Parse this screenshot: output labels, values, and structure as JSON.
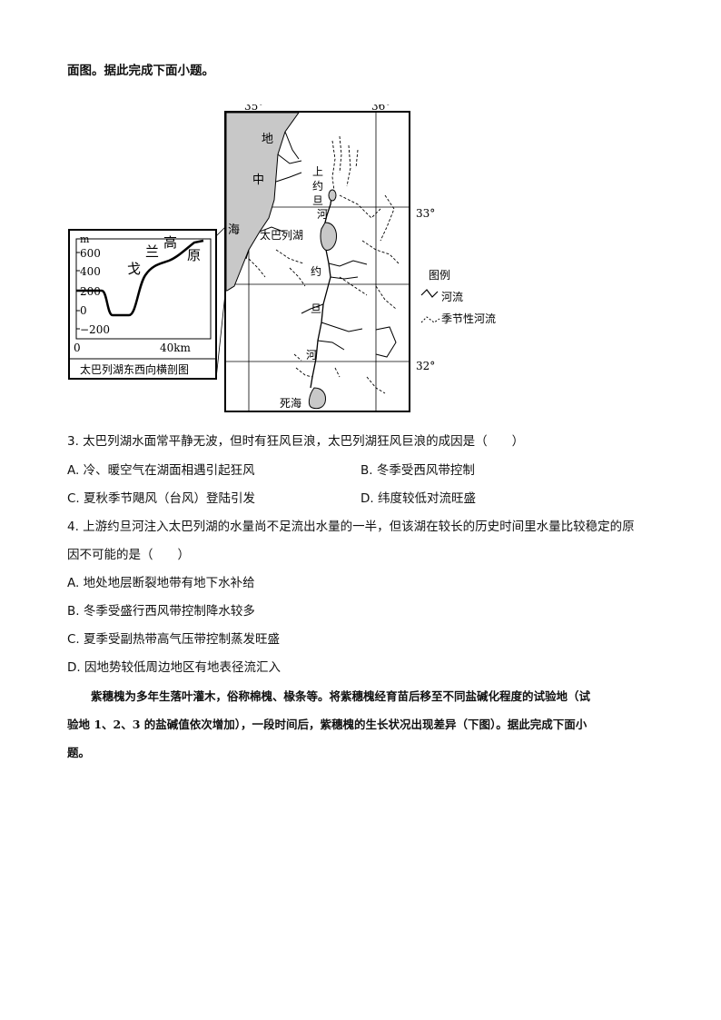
{
  "intro_tail": "面图。据此完成下面小题。",
  "map": {
    "lon_35": "35°",
    "lon_36": "36°",
    "lat_33": "33°",
    "lat_32": "32°",
    "sea_char_1": "地",
    "sea_char_2": "中",
    "sea_char_3": "海",
    "lake_tiberias": "太巴列湖",
    "upper_jordan_1": "上",
    "upper_jordan_2": "约",
    "upper_jordan_3": "旦",
    "upper_jordan_4": "河",
    "jordan_1": "约",
    "jordan_2": "旦",
    "jordan_3": "河",
    "dead_sea": "死海",
    "legend_title": "图例",
    "legend_river": "河流",
    "legend_seasonal": "季节性河流"
  },
  "profile": {
    "unit": "m",
    "y_ticks": [
      "600",
      "400",
      "200",
      "0",
      "−200"
    ],
    "x_ticks": [
      "0",
      "40km"
    ],
    "label_chars": [
      "戈",
      "兰",
      "高",
      "原"
    ],
    "caption": "太巴列湖东西向横剖图"
  },
  "q3": {
    "stem": "3. 太巴列湖水面常平静无波，但时有狂风巨浪，太巴列湖狂风巨浪的成因是（　　）",
    "a": "A.  冷、暖空气在湖面相遇引起狂风",
    "b": "B.  冬季受西风带控制",
    "c": "C.  夏秋季节飓风（台风）登陆引发",
    "d": "D.  纬度较低对流旺盛"
  },
  "q4": {
    "stem1": "4. 上游约旦河注入太巴列湖的水量尚不足流出水量的一半，但该湖在较长的历史时间里水量比较稳定的原",
    "stem2": "因不可能的是（　　）",
    "a": "A.  地处地层断裂地带有地下水补给",
    "b": "B.  冬季受盛行西风带控制降水较多",
    "c": "C.  夏季受副热带高气压带控制蒸发旺盛",
    "d": "D.  因地势较低周边地区有地表径流汇入"
  },
  "next": {
    "p1": "紫穗槐为多年生落叶灌木，俗称棉槐、椽条等。将紫穗槐经育苗后移至不同盐碱化程度的试验地（试",
    "p2": "验地 1、2、3 的盐碱值依次增加），一段时间后，紫穗槐的生长状况出现差异（下图）。据此完成下面小",
    "p3": "题。"
  }
}
